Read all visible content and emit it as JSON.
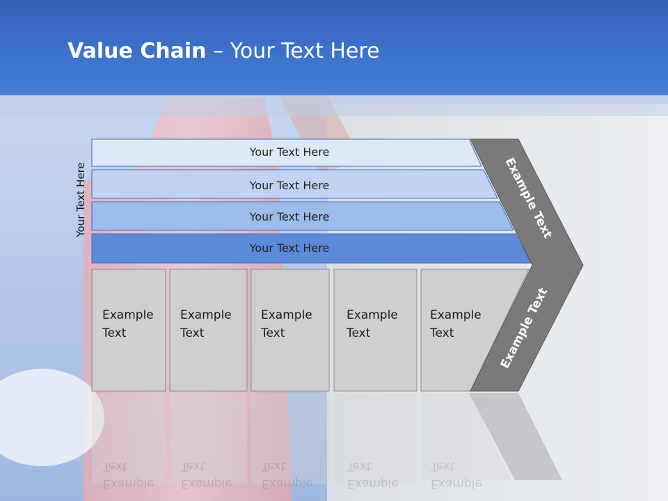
{
  "title": {
    "bold": "Value Chain",
    "rest": " – Your Text Here"
  },
  "side_label": "Your Text Here",
  "bars": [
    {
      "label": "Your Text Here",
      "color": "#dde8f8"
    },
    {
      "label": "Your Text Here",
      "color": "#c0d4f2"
    },
    {
      "label": "Your Text Here",
      "color": "#9dbbeb"
    },
    {
      "label": "Your Text Here",
      "color": "#5b8ad8"
    }
  ],
  "boxes": [
    {
      "line1": "Example",
      "line2": "Text"
    },
    {
      "line1": "Example",
      "line2": "Text"
    },
    {
      "line1": "Example",
      "line2": "Text"
    },
    {
      "line1": "Example",
      "line2": "Text"
    },
    {
      "line1": "Example",
      "line2": "Text"
    }
  ],
  "chevron": {
    "top_label": "Example Text",
    "bottom_label": "Example Text",
    "color": "#7a7a7a"
  },
  "colors": {
    "header": "#3c72cb",
    "box_fill": "#cfcfcf"
  }
}
